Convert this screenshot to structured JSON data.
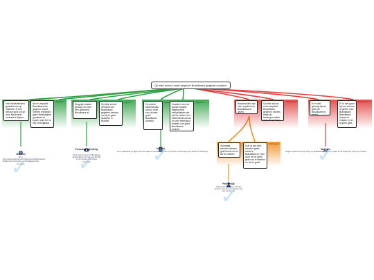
{
  "colors": {
    "pro": "#2ea043",
    "pro_light": "#a8e6a0",
    "con": "#e03c3c",
    "con_light": "#f4a3a3",
    "rebuttal": "#f08c1e",
    "rebuttal_light": "#fbd19c",
    "line": "#333333",
    "watermark": "#9cc9ef"
  },
  "central": {
    "text": "Op elke school moet verplicht Braziliaans gegeven worden."
  },
  "pros": [
    {
      "id": "p1",
      "text": "Veel Nederlanders gaan/komen op vakantie. In een nieuwe land kun je door Nederland centraal te blijven.",
      "tab": "Argument"
    },
    {
      "id": "p2",
      "text": "Als er verplicht Braziliaans les gegeven wordt, hoeven leerlingen geen Braziliaanse goederen te kopen want het is hier verkrijgbaar.",
      "tab": "Argument"
    },
    {
      "id": "p3",
      "text": "Dingetjes waren genoeg om met een doorsnee Braziliaans al.",
      "tab": "Argument"
    },
    {
      "id": "p4",
      "text": "Op elke school verplicht een Braziliaans gegeven worden, om bij te gaan studeren in Brazilië.",
      "tab": "Argument"
    },
    {
      "id": "p5",
      "text": "Op iedere Nederlandse school moet een of twee goed Braziliaans spreken.",
      "tab": "Argument"
    },
    {
      "id": "p6",
      "text": "Omdat er een lot goede Brazilie ingebouwde werkplaatsen die niet te vinden is in Nederlands school en veel leerlingen moeten ook goed Braziliaans kunnen.",
      "tab": "Argument"
    }
  ],
  "cons": [
    {
      "id": "c1",
      "text": "Basisscholen zijn niet verplicht om Braziliaans te geven.",
      "tab": "Tegenargument"
    },
    {
      "id": "c2",
      "text": "Op elke school moet verplicht Braziliaans gegeven worden, maar de leerlingen willen geen Braziliaans.",
      "tab": "Tegenargument"
    },
    {
      "id": "c3",
      "text": "Er is niet genoeg tijd en geld om Braziliaans te geven.",
      "tab": "Tegenargument"
    },
    {
      "id": "c4",
      "text": "Er is niet goed tijd om aan les te geven voor Braziliaans Braziliaans leraren te betalen en er is geen geld.",
      "tab": "Tegenargument"
    }
  ],
  "rebuttals": [
    {
      "id": "r1",
      "text": "Sommige scholen hebben geld teveel om er les te hebben.",
      "tab": "Weerlegging"
    },
    {
      "id": "r2",
      "text": "Ook al zijn vele scholen goed, soms is Braziliaans er heel duur om er geen geld van te hebben en het is goed.",
      "tab": "Weerlegging"
    }
  ],
  "sources": [
    {
      "id": "s1",
      "label": "Bronnen",
      "icon": "globe-icon",
      "note": "Bron: https://www.nederland.nl/nl/toerisme/brazilie/vakantie Bekijk meer informatie over Braziliaanse taal en cultuur."
    },
    {
      "id": "s2",
      "label": "Persoonlijke Ervaring",
      "icon": "eye-icon",
      "note": "Ik heb zelf ervaring met Braziliaans gehad tijdens mijn reis naar Brazilie en de mensen daar waren vriendelijk."
    },
    {
      "id": "s3",
      "label": "Internet",
      "icon": "document-icon",
      "note": "Dit is gebaseerd op algemene informatie over Braziliaans leren op scholen en het belang van taal in het onderwijs."
    },
    {
      "id": "s4",
      "label": "Persoonlijk",
      "icon": "person-icon",
      "note": "Ik denk dat de scholen het geld hebben maar het niet uitgeven aan een nieuwe taal."
    },
    {
      "id": "s5",
      "label": "Statistiek",
      "icon": "chart-icon",
      "note": "Volgens onderzoek is het lastig om Braziliaanse leraren te vinden en de kosten zijn hoog voor scholen."
    }
  ]
}
